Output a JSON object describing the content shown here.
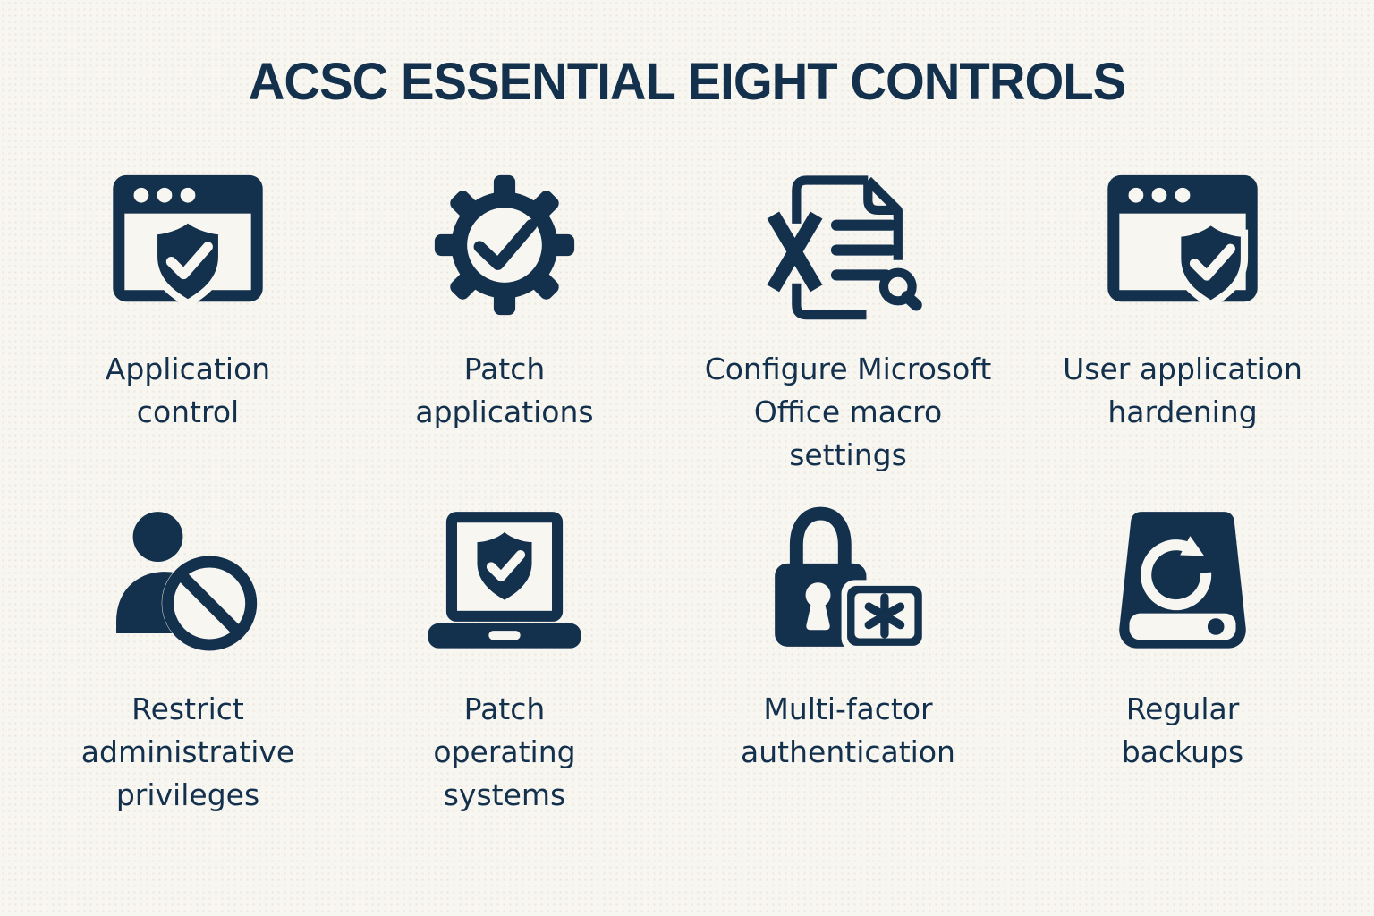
{
  "title": "ACSC ESSENTIAL EIGHT CONTROLS",
  "colors": {
    "navy": "#13304D",
    "background": "#F8F6F0"
  },
  "items": [
    {
      "label": "Application\ncontrol",
      "icon": "browser-window-shield-check-icon"
    },
    {
      "label": "Patch\napplications",
      "icon": "gear-check-icon"
    },
    {
      "label": "Configure Microsoft\nOffice macro\nsettings",
      "icon": "document-x-search-icon"
    },
    {
      "label": "User application\nhardening",
      "icon": "browser-window-shield-corner-icon"
    },
    {
      "label": "Restrict\nadministrative\nprivileges",
      "icon": "user-prohibited-icon"
    },
    {
      "label": "Patch\noperating\nsystems",
      "icon": "laptop-shield-check-icon"
    },
    {
      "label": "Multi-factor\nauthentication",
      "icon": "padlock-asterisk-icon"
    },
    {
      "label": "Regular\nbackups",
      "icon": "drive-refresh-icon"
    }
  ]
}
